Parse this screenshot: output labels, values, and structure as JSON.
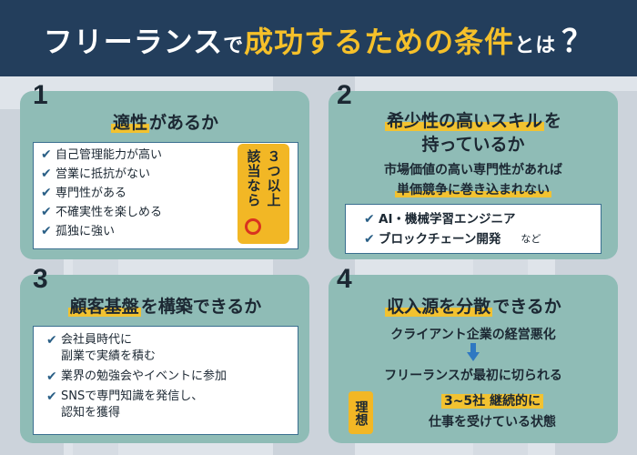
{
  "header": {
    "part1": "フリーランス",
    "part2": "で",
    "part3": "成功するための条件",
    "part4": "とは",
    "part5": "？"
  },
  "panels": [
    {
      "number": "1",
      "title_hl": "適性",
      "title_rest": "があるか",
      "items": [
        "自己管理能力が高い",
        "営業に抵抗がない",
        "専門性がある",
        "不確実性を楽しめる",
        "孤独に強い"
      ],
      "badge_col1": "３つ以上",
      "badge_col2": "該当なら"
    },
    {
      "number": "2",
      "title_line1": "希少性の高いスキル",
      "title_line1_rest": "を",
      "title_line2": "持っているか",
      "desc_line1": "市場価値の高い専門性があれば",
      "desc_line2": "単価競争に巻き込まれない",
      "items": [
        "AI・機械学習エンジニア",
        "ブロックチェーン開発"
      ],
      "items_suffix": "など"
    },
    {
      "number": "3",
      "title_hl": "顧客基盤",
      "title_rest": "を構築できるか",
      "items": [
        "会社員時代に\n副業で実績を積む",
        "業界の勉強会やイベントに参加",
        "SNSで専門知識を発信し、\n認知を獲得"
      ]
    },
    {
      "number": "4",
      "title_hl": "収入源を分散",
      "title_rest": "できるか",
      "line1": "クライアント企業の経営悪化",
      "line2": "フリーランスが最初に切られる",
      "label": "理想",
      "goal_line1": "3~5社 継続的に",
      "goal_line2": "仕事を受けている状態"
    }
  ],
  "colors": {
    "header_bg": "#233e5c",
    "accent_yellow": "#f2c230",
    "panel_bg": "#8fbcb6",
    "check_blue": "#2a5f86",
    "circle_red": "#d9331f"
  },
  "icons": {
    "check": "check-icon",
    "arrow": "arrow-down-icon",
    "circle": "circle-mark-icon"
  }
}
